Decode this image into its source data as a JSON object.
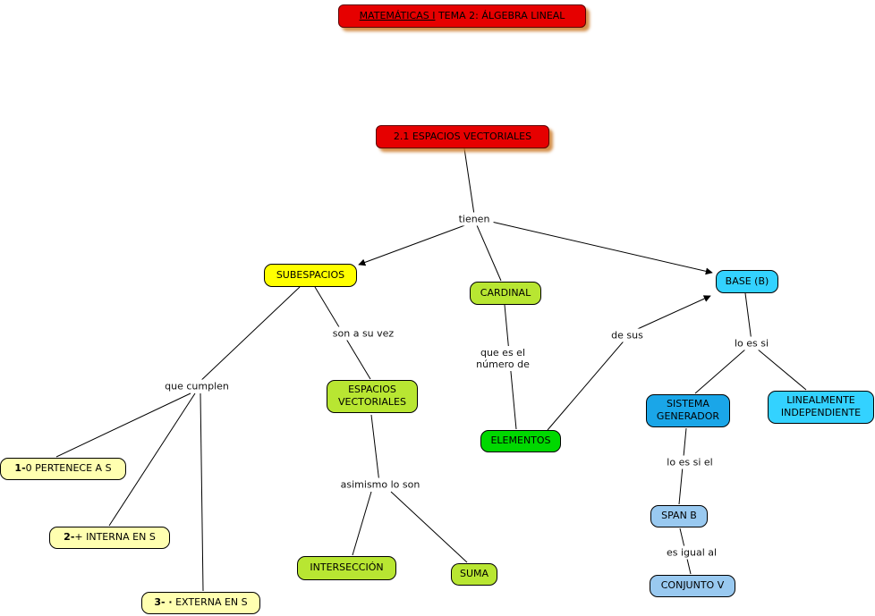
{
  "title": {
    "part1": "MATEMÁTICAS I",
    "part2": " TEMA 2: ÁLGEBRA LINEAL"
  },
  "nodes": {
    "espacios_21": "2.1 ESPACIOS VECTORIALES",
    "subespacios": "SUBESPACIOS",
    "cardinal": "CARDINAL",
    "base": "BASE (B)",
    "espacios_vectoriales": "ESPACIOS VECTORIALES",
    "sistema_generador": "SISTEMA GENERADOR",
    "linealmente_independiente": "LINEALMENTE INDEPENDIENTE",
    "elementos": "ELEMENTOS",
    "cond1_prefix": "1-",
    "cond1_rest": "0 PERTENECE A S",
    "cond2_prefix": "2-",
    "cond2_rest": "+ INTERNA EN S",
    "cond3_prefix": "3- ·",
    "cond3_rest": " EXTERNA EN S",
    "span_b": "SPAN B",
    "conjunto_v": "CONJUNTO V",
    "interseccion": "INTERSECCIÓN",
    "suma": "SUMA"
  },
  "edge_labels": {
    "tienen": "tienen",
    "son_a_su_vez": "son a su vez",
    "de_sus": "de sus",
    "lo_es_si": "lo es si",
    "que_cumplen": "que cumplen",
    "que_es_el_numero_de": "que es el\nnúmero de",
    "lo_es_si_el": "lo es si el",
    "asimismo_lo_son": "asimismo lo son",
    "es_igual_al": "es igual al"
  },
  "colors": {
    "red": "#e60000",
    "yellow": "#ffff00",
    "yellowgreen": "#b8e632",
    "green": "#00d800",
    "cyan": "#33d2ff",
    "blue": "#1aa6e8",
    "lightblue": "#99c9f0",
    "paleyellow": "#ffffb0"
  }
}
